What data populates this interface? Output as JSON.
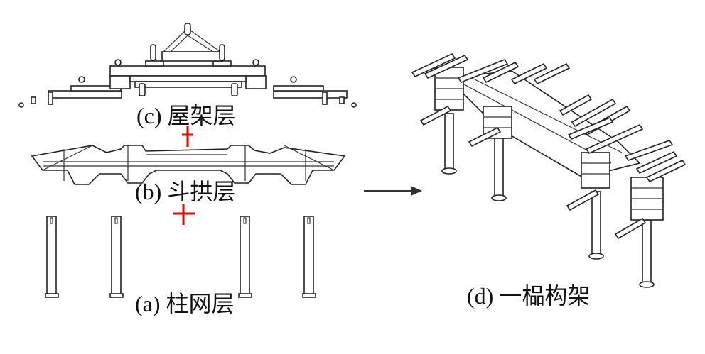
{
  "figure": {
    "labels": {
      "c": "(c) 屋架层",
      "b": "(b) 斗拱层",
      "a": "(a) 柱网层",
      "d": "(d) 一榀构架"
    },
    "plus_symbol_color": "#e00000",
    "arrow_color": "#333333",
    "line_color": "#222222"
  }
}
